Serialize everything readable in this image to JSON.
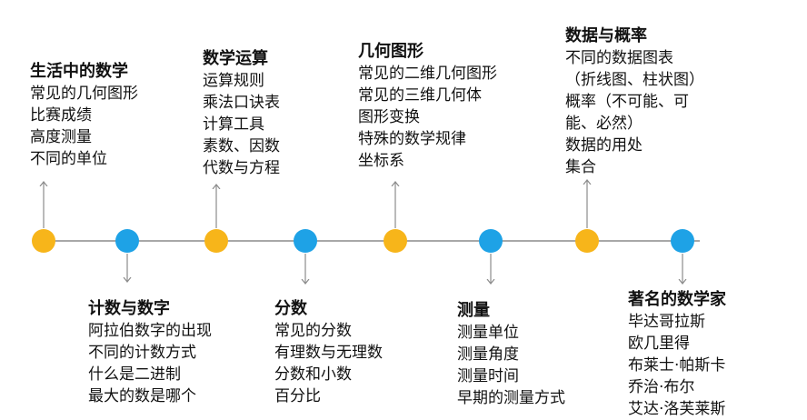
{
  "colors": {
    "yellow_node": "#F7B51A",
    "blue_node": "#1EA2E6",
    "line": "#8C8C8C",
    "text": "#111111"
  },
  "nodes": [
    {
      "kind": "yellow",
      "side": "top"
    },
    {
      "kind": "blue",
      "side": "bottom"
    },
    {
      "kind": "yellow",
      "side": "top"
    },
    {
      "kind": "blue",
      "side": "bottom"
    },
    {
      "kind": "yellow",
      "side": "top"
    },
    {
      "kind": "blue",
      "side": "bottom"
    },
    {
      "kind": "yellow",
      "side": "top"
    },
    {
      "kind": "blue",
      "side": "bottom"
    }
  ],
  "topics": [
    {
      "title": "生活中的数学",
      "items": [
        "常见的几何图形",
        "比赛成绩",
        "高度测量",
        "不同的单位"
      ]
    },
    {
      "title": "计数与数字",
      "items": [
        "阿拉伯数字的出现",
        "不同的计数方式",
        "什么是二进制",
        "最大的数是哪个"
      ]
    },
    {
      "title": "数学运算",
      "items": [
        "运算规则",
        "乘法口诀表",
        "计算工具",
        "素数、因数",
        "代数与方程"
      ]
    },
    {
      "title": "分数",
      "items": [
        "常见的分数",
        "有理数与无理数",
        "分数和小数",
        "百分比"
      ]
    },
    {
      "title": "几何图形",
      "items": [
        "常见的二维几何图形",
        "常见的三维几何体",
        "图形变换",
        "特殊的数学规律",
        "坐标系"
      ]
    },
    {
      "title": "测量",
      "items": [
        "测量单位",
        "测量角度",
        "测量时间",
        "早期的测量方式"
      ]
    },
    {
      "title": "数据与概率",
      "items": [
        "不同的数据图表",
        "（折线图、柱状图）",
        "概率（不可能、可",
        "能、必然）",
        "数据的用处",
        "集合"
      ]
    },
    {
      "title": "著名的数学家",
      "items": [
        "毕达哥拉斯",
        "欧几里得",
        "布莱士·帕斯卡",
        "乔治·布尔",
        "艾达·洛芙莱斯"
      ]
    }
  ]
}
